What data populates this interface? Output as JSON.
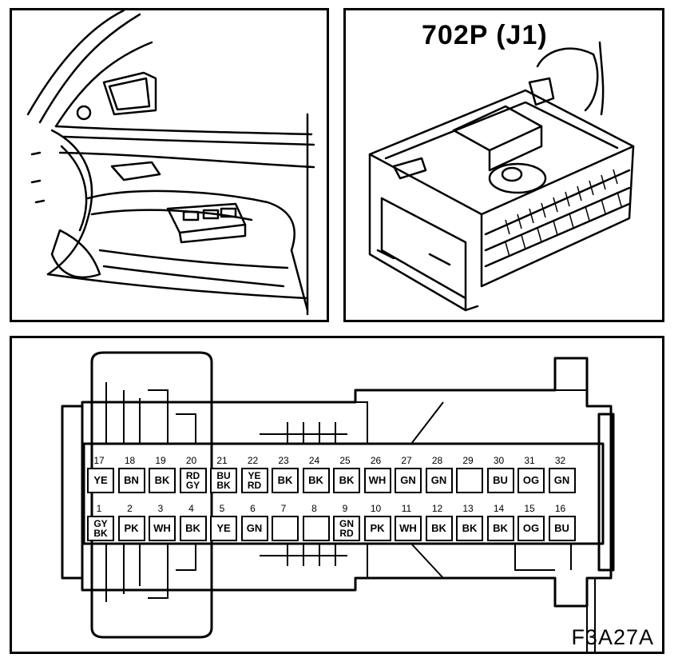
{
  "connector_label": "702P (J1)",
  "figure_code": "F3A27A",
  "pins_top": [
    {
      "num": "17",
      "colors": [
        "YE"
      ]
    },
    {
      "num": "18",
      "colors": [
        "BN"
      ]
    },
    {
      "num": "19",
      "colors": [
        "BK"
      ]
    },
    {
      "num": "20",
      "colors": [
        "RD",
        "GY"
      ]
    },
    {
      "num": "21",
      "colors": [
        "BU",
        "BK"
      ]
    },
    {
      "num": "22",
      "colors": [
        "YE",
        "RD"
      ]
    },
    {
      "num": "23",
      "colors": [
        "BK"
      ]
    },
    {
      "num": "24",
      "colors": [
        "BK"
      ]
    },
    {
      "num": "25",
      "colors": [
        "BK"
      ]
    },
    {
      "num": "26",
      "colors": [
        "WH"
      ]
    },
    {
      "num": "27",
      "colors": [
        "GN"
      ]
    },
    {
      "num": "28",
      "colors": [
        "GN"
      ]
    },
    {
      "num": "29",
      "colors": []
    },
    {
      "num": "30",
      "colors": [
        "BU"
      ]
    },
    {
      "num": "31",
      "colors": [
        "OG"
      ]
    },
    {
      "num": "32",
      "colors": [
        "GN"
      ]
    }
  ],
  "pins_bottom": [
    {
      "num": "1",
      "colors": [
        "GY",
        "BK"
      ]
    },
    {
      "num": "2",
      "colors": [
        "PK"
      ]
    },
    {
      "num": "3",
      "colors": [
        "WH"
      ]
    },
    {
      "num": "4",
      "colors": [
        "BK"
      ]
    },
    {
      "num": "5",
      "colors": [
        "YE"
      ]
    },
    {
      "num": "6",
      "colors": [
        "GN"
      ]
    },
    {
      "num": "7",
      "colors": []
    },
    {
      "num": "8",
      "colors": []
    },
    {
      "num": "9",
      "colors": [
        "GN",
        "RD"
      ]
    },
    {
      "num": "10",
      "colors": [
        "PK"
      ]
    },
    {
      "num": "11",
      "colors": [
        "WH"
      ]
    },
    {
      "num": "12",
      "colors": [
        "BK"
      ]
    },
    {
      "num": "13",
      "colors": [
        "BK"
      ]
    },
    {
      "num": "14",
      "colors": [
        "BK"
      ]
    },
    {
      "num": "15",
      "colors": [
        "OG"
      ]
    },
    {
      "num": "16",
      "colors": [
        "BU"
      ]
    }
  ]
}
